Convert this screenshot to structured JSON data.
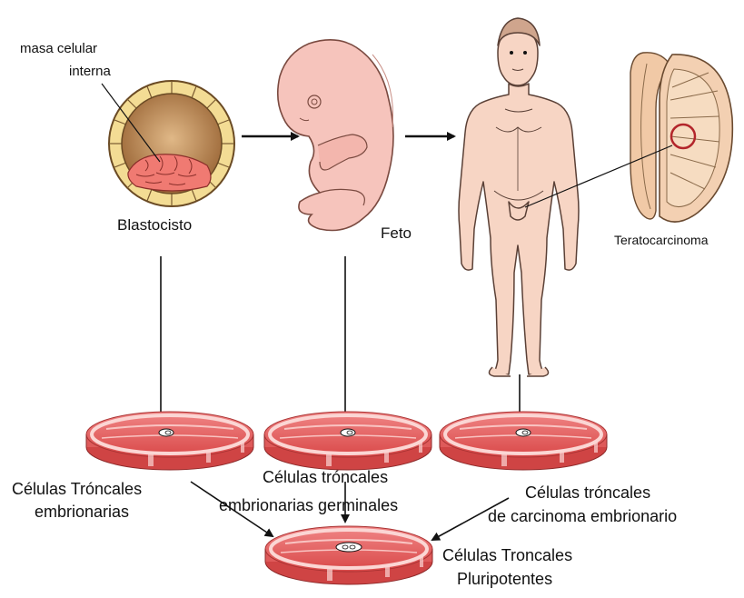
{
  "labels": {
    "inner_cell_mass_line1": "masa celular",
    "inner_cell_mass_line2": "interna",
    "blastocyst": "Blastocisto",
    "fetus": "Feto",
    "teratocarcinoma": "Teratocarcinoma",
    "embryonic_line1": "Células Tróncales",
    "embryonic_line2": "embrionarias",
    "germinal_line1": "Células tróncales",
    "germinal_line2": "embrionarias germinales",
    "carcinoma_line1": "Células tróncales",
    "carcinoma_line2": "de carcinoma embrionario",
    "pluripotent_line1": "Células Troncales",
    "pluripotent_line2": "Pluripotentes"
  },
  "colors": {
    "skin": "#f7d5c4",
    "skin_outline": "#5a4036",
    "embryo": "#f6c4bc",
    "dish_red": "#e35a5a",
    "dish_rim": "#f3b7b4",
    "blastocyst_fill": "#c7965e",
    "cell_mass": "#f07a72",
    "arrow": "#111111",
    "highlight_circle": "#b3262b"
  }
}
